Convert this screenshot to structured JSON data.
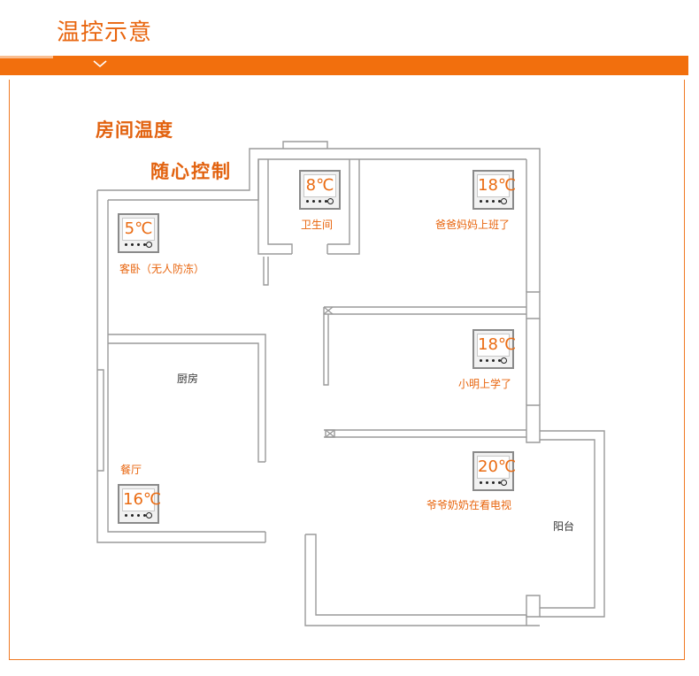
{
  "header": {
    "title": "温控示意",
    "chevron_icon": "chevron-down-icon"
  },
  "plan": {
    "heading_line1": "房间温度",
    "heading_line2": "随心控制",
    "rooms": {
      "kitchen": "厨房",
      "balcony": "阳台"
    },
    "thermostats": [
      {
        "display": "5℃",
        "label": "客卧（无人防冻）"
      },
      {
        "display": "8℃",
        "label": "卫生间"
      },
      {
        "display": "18℃",
        "label": "爸爸妈妈上班了"
      },
      {
        "display": "18℃",
        "label": "小明上学了"
      },
      {
        "display": "20℃",
        "label": "爷爷奶奶在看电视"
      },
      {
        "display": "16℃",
        "label": "餐厅"
      }
    ]
  },
  "colors": {
    "accent": "#f26f0d",
    "text_accent": "#e8650e",
    "wall": "#9a9a9a"
  }
}
